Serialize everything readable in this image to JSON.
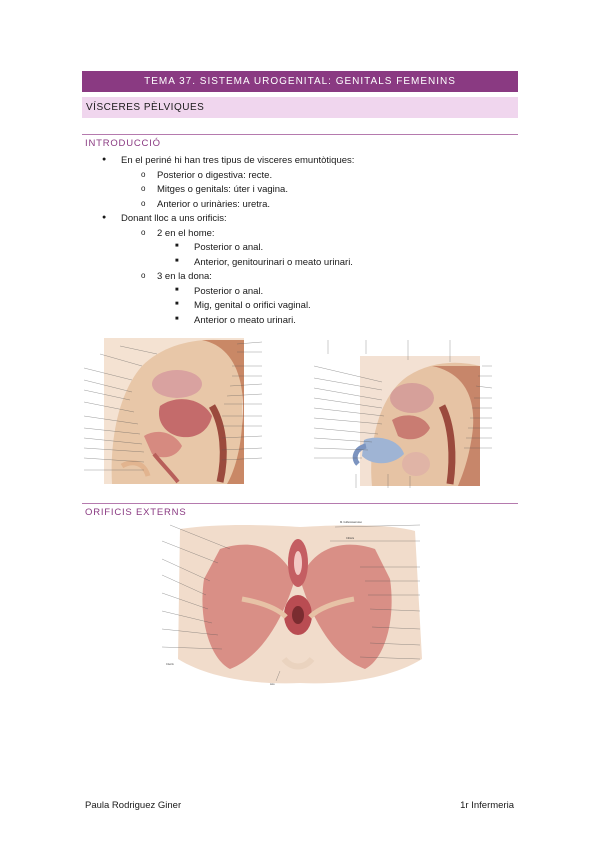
{
  "header": {
    "title": "TEMA 37. SISTEMA UROGENITAL: GENITALS FEMENINS",
    "subtitle": "VÍSCERES PÈLVIQUES"
  },
  "intro": {
    "heading": "INTRODUCCIÓ",
    "items": [
      {
        "level": 1,
        "text": "En el periné hi han tres tipus de visceres emuntòtiques:"
      },
      {
        "level": 2,
        "text": "Posterior o digestiva: recte."
      },
      {
        "level": 2,
        "text": "Mitges o genitals: úter i vagina."
      },
      {
        "level": 2,
        "text": "Anterior o urinàries: uretra."
      },
      {
        "level": 1,
        "text": "Donant lloc a uns orificis:"
      },
      {
        "level": 2,
        "text": "2 en el home:"
      },
      {
        "level": 3,
        "text": "Posterior o anal."
      },
      {
        "level": 3,
        "text": "Anterior, genitourinari o meato urinari."
      },
      {
        "level": 2,
        "text": "3 en la dona:"
      },
      {
        "level": 3,
        "text": "Posterior o anal."
      },
      {
        "level": 3,
        "text": "Mig, genital o orifici vaginal."
      },
      {
        "level": 3,
        "text": "Anterior o meato urinari."
      }
    ]
  },
  "orificis": {
    "heading": "ORIFICIS EXTERNS",
    "labels": [
      "M. bulbocavernoso",
      "Clítoris",
      "Cóccix",
      "Ano"
    ]
  },
  "footer": {
    "author": "Paula Rodriguez Giner",
    "course": "1r Infermeria"
  },
  "colors": {
    "accent": "#8a3a82",
    "subbar": "#f0d6ee",
    "rule": "#b57aae"
  }
}
